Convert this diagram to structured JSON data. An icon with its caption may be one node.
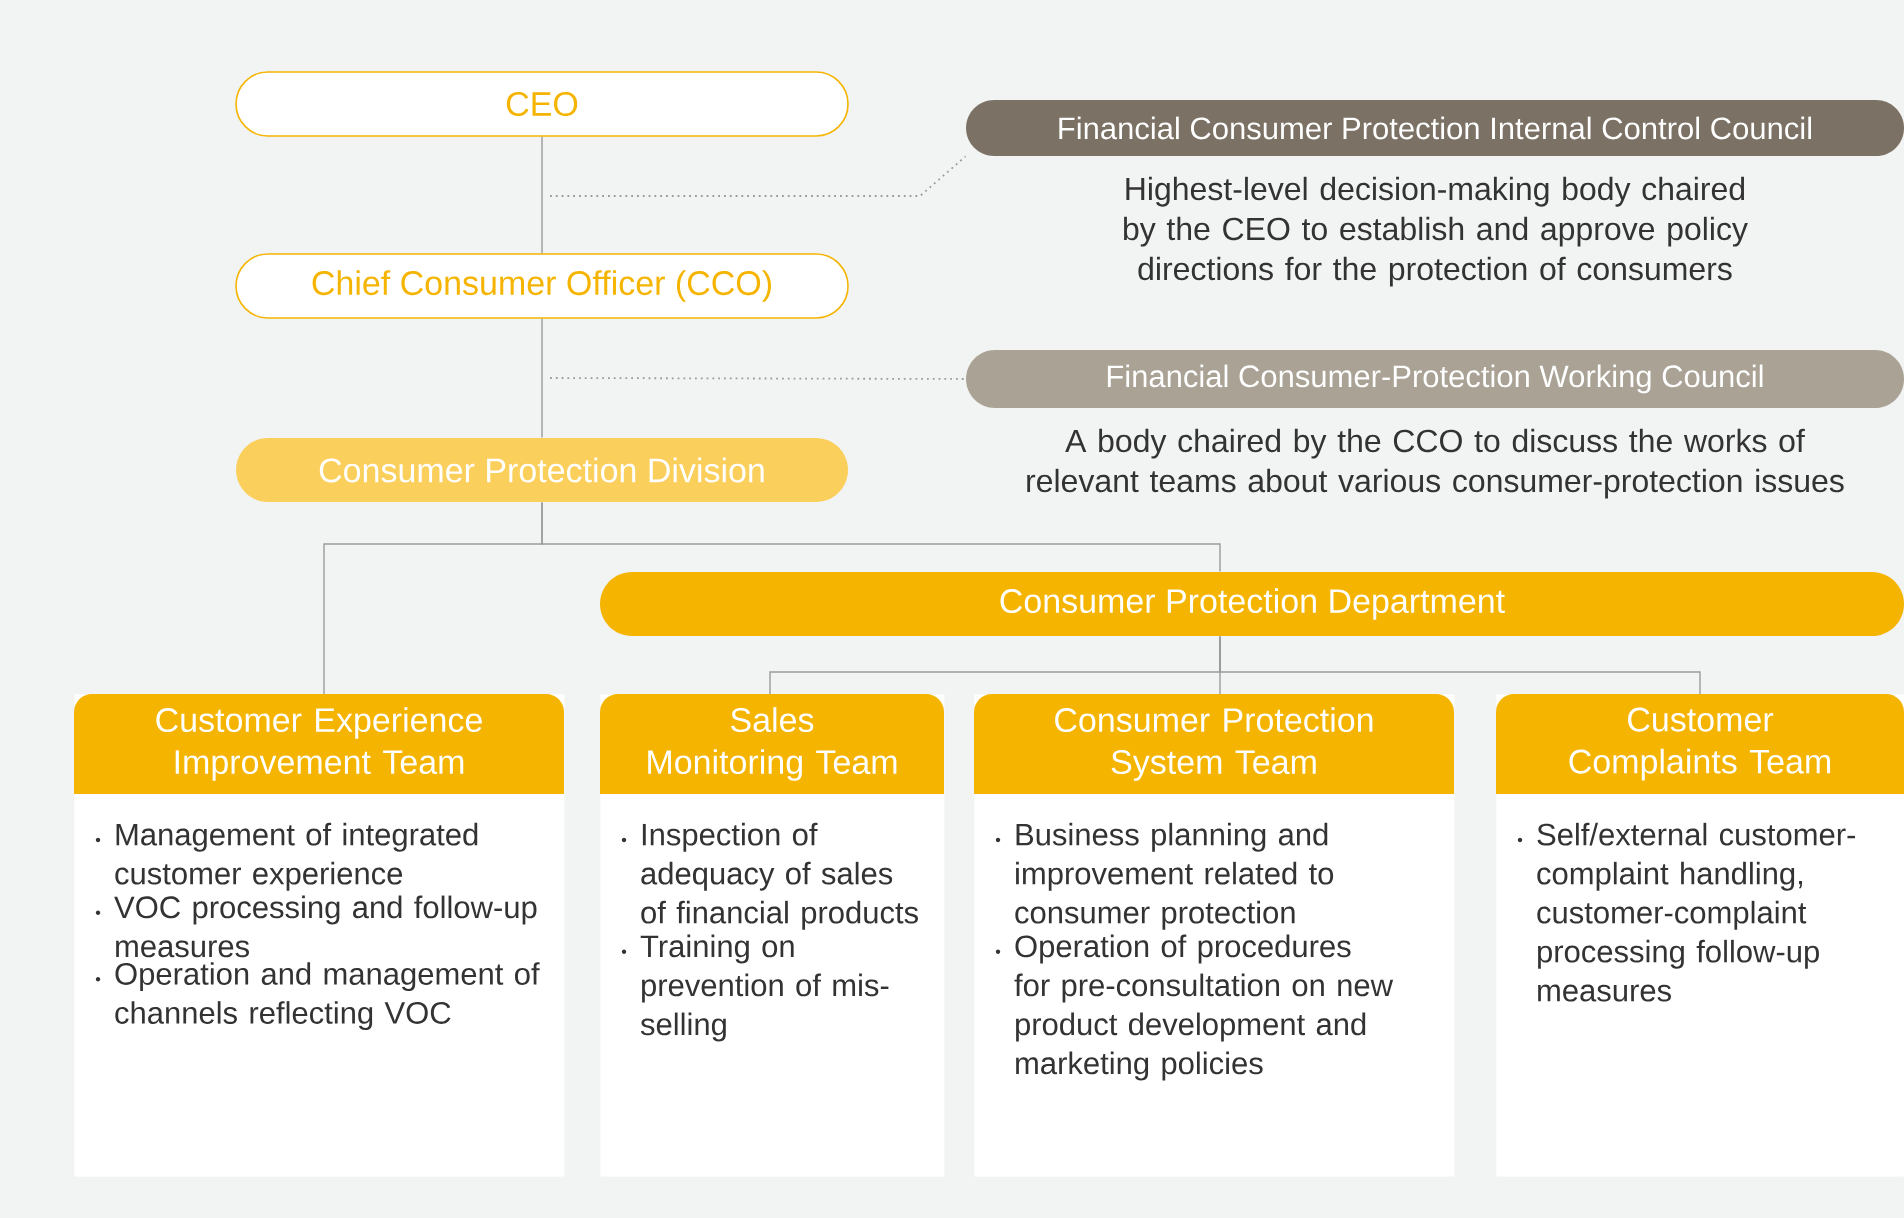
{
  "diagram": {
    "nodes": [
      {
        "text": [
          "CEO"
        ]
      },
      {
        "text": [
          "Chief Consumer Officer (CCO)"
        ]
      },
      {
        "text": [
          "Consumer Protection Division"
        ]
      },
      {
        "text": [
          "Financial Consumer Protection Internal Control Council"
        ],
        "beside": [
          "Highest-level decision-making body chaired by the CEO to establish and approve policy directions for the protection of consumers"
        ]
      },
      {
        "text": [
          "Financial Consumer-Protection Working Council"
        ],
        "beside": [
          "A body chaired by the CCO to discuss the works of relevant teams about various consumer-protection issues"
        ]
      },
      {
        "text": [
          "Consumer Protection Department"
        ]
      },
      {
        "text": [
          "Customer Experience Improvement Team",
          "Management of integrated customer experience",
          "VOC processing and follow-up measures",
          "Operation and management of channels reflecting VOC"
        ]
      },
      {
        "text": [
          "Sales Monitoring Team",
          "Inspection of adequacy of sales of financial products",
          "Training on prevention of mis-selling"
        ]
      },
      {
        "text": [
          "Consumer Protection System Team",
          "Business planning and improvement related to consumer protection",
          "Operation of procedures for pre-consultation on new product development and marketing policies"
        ]
      },
      {
        "text": [
          "Customer Complaints Team",
          "Self/external customer-complaint handling, customer-complaint processing follow-up measures"
        ]
      }
    ],
    "edges": [
      {
        "from": 0,
        "to": 1,
        "arrow": "none"
      },
      {
        "from": 1,
        "to": 2,
        "arrow": "none"
      },
      {
        "from": null,
        "to": 3,
        "arrow": "none",
        "style": "dashed"
      },
      {
        "from": null,
        "to": 4,
        "arrow": "none",
        "style": "dashed"
      },
      {
        "from": 2,
        "to": 6,
        "arrow": "none"
      },
      {
        "from": 2,
        "to": 5,
        "arrow": "none"
      },
      {
        "from": 5,
        "to": 7,
        "arrow": "none"
      },
      {
        "from": 5,
        "to": 8,
        "arrow": "none"
      },
      {
        "from": 5,
        "to": 9,
        "arrow": "none"
      }
    ]
  }
}
